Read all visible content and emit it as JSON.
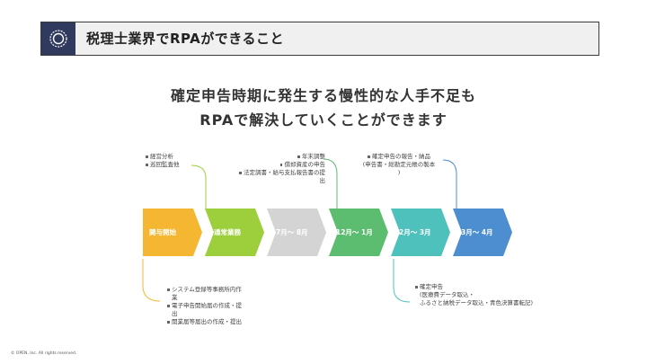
{
  "header": {
    "title": "税理士業界でRPAができること",
    "icon": "badge-icon",
    "icon_bg": "#2f3a5e"
  },
  "headline": {
    "line1": "確定申告時期に発生する慢性的な人手不足も",
    "line2": "RPAで解決していくことができます"
  },
  "timeline": [
    {
      "label": "関与開始",
      "color": "#f5b731"
    },
    {
      "label": "通常業務",
      "color": "#9dcf3c"
    },
    {
      "label": "7月～ 8月",
      "color": "#d4d4d4"
    },
    {
      "label": "12月～ 1月",
      "color": "#5cbc6f"
    },
    {
      "label": "2月～ 3月",
      "color": "#4fc1bd"
    },
    {
      "label": "3月～ 4月",
      "color": "#4c8ed0"
    }
  ],
  "notes": {
    "top_1": [
      "経営分析",
      "巡回監査他"
    ],
    "top_2": [
      "年末調整",
      "償却資産の申告",
      "法定調書・給与支払報告書の提",
      "出"
    ],
    "top_3": [
      "確定申告の報告・納品",
      "(申告書・総勘定元帳の製本",
      ")"
    ],
    "bottom_1": [
      "システム登録等事務所内作",
      "業",
      "電子申告開始届の作成・提",
      "出",
      "開業届等届出の作成・提出"
    ],
    "bottom_2": [
      "確定申告",
      "(医療費データ取込・",
      "ふるさと納税データ取込・青色決算書転記)"
    ]
  },
  "footer": {
    "copyright": "© OPEN, Inc. All rights reserved."
  }
}
